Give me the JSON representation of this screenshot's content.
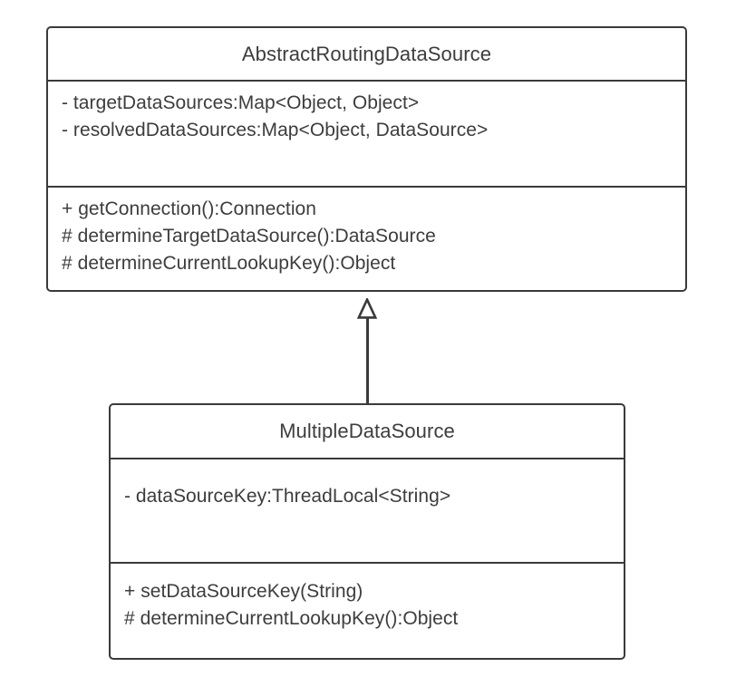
{
  "diagram": {
    "type": "uml-class-diagram",
    "background_color": "#ffffff",
    "line_color": "#3a3a3a",
    "text_color": "#3d3d3d"
  },
  "classes": [
    {
      "id": "abstract-routing-datasource",
      "name": "AbstractRoutingDataSource",
      "attributes": [
        "- targetDataSources:Map<Object, Object>",
        "- resolvedDataSources:Map<Object, DataSource>"
      ],
      "operations": [
        "+ getConnection():Connection",
        "# determineTargetDataSource():DataSource",
        "# determineCurrentLookupKey():Object"
      ]
    },
    {
      "id": "multiple-datasource",
      "name": "MultipleDataSource",
      "attributes": [
        "- dataSourceKey:ThreadLocal<String>"
      ],
      "operations": [
        "+ setDataSourceKey(String)",
        "# determineCurrentLookupKey():Object"
      ]
    }
  ],
  "relationships": [
    {
      "id": "generalization-1",
      "kind": "generalization",
      "from": "MultipleDataSource",
      "to": "AbstractRoutingDataSource",
      "arrowhead": "hollow-triangle"
    }
  ]
}
